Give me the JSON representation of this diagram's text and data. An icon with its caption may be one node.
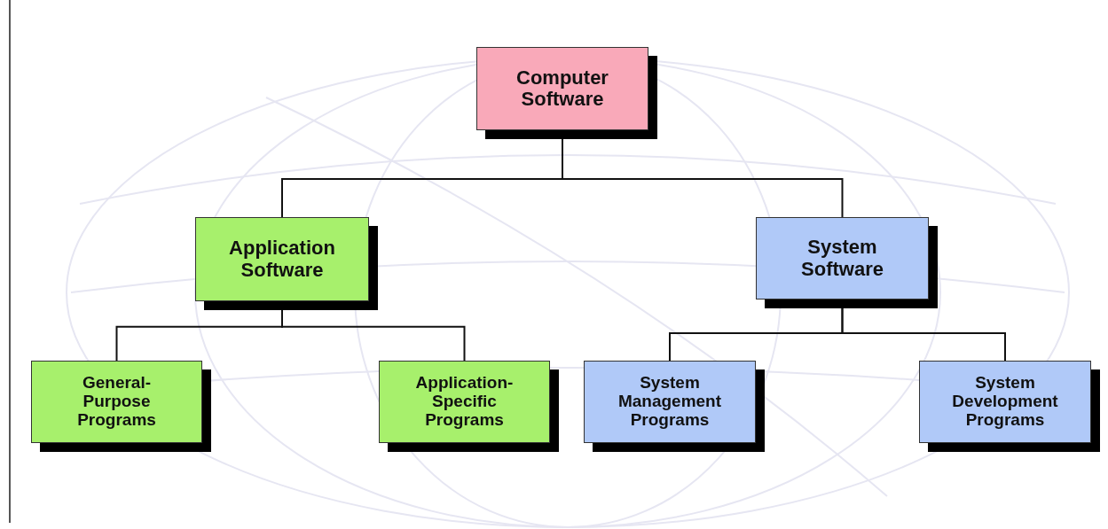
{
  "diagram": {
    "nodes": [
      {
        "text": [
          "Computer Software"
        ]
      },
      {
        "text": [
          "Application Software"
        ]
      },
      {
        "text": [
          "System Software"
        ]
      },
      {
        "text": [
          "General-Purpose Programs"
        ]
      },
      {
        "text": [
          "Application-Specific Programs"
        ]
      },
      {
        "text": [
          "System Management Programs"
        ]
      },
      {
        "text": [
          "System Development Programs"
        ]
      }
    ],
    "edges": [
      {
        "from": 0,
        "to": 1,
        "arrow": "none"
      },
      {
        "from": 0,
        "to": 2,
        "arrow": "none"
      },
      {
        "from": 1,
        "to": 3,
        "arrow": "none"
      },
      {
        "from": 1,
        "to": 4,
        "arrow": "none"
      },
      {
        "from": 2,
        "to": 5,
        "arrow": "none"
      },
      {
        "from": 2,
        "to": 6,
        "arrow": "none"
      }
    ]
  }
}
